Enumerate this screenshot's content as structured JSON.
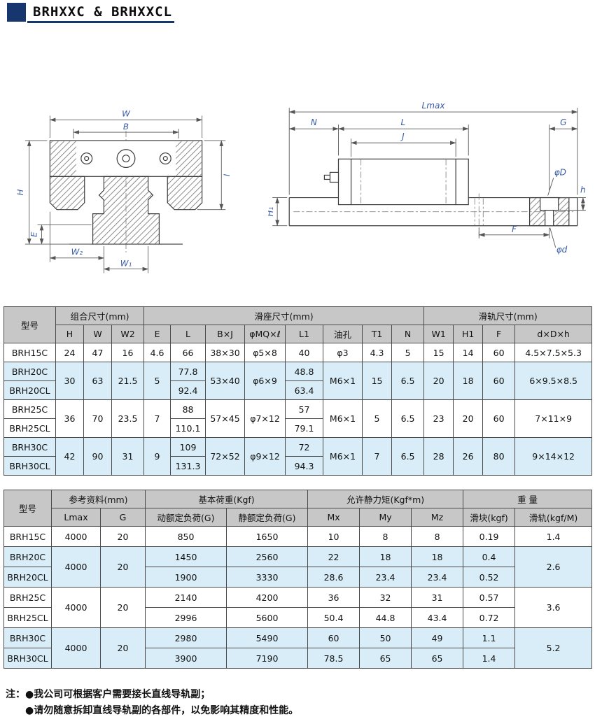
{
  "page": {
    "title": "BRHXXC & BRHXXCL",
    "accent_color": "#17366e"
  },
  "front_view": {
    "labels": {
      "W": "W",
      "B": "B",
      "H": "H",
      "E": "E",
      "I": "I",
      "W2": "W₂",
      "W1": "W₁"
    }
  },
  "side_view": {
    "labels": {
      "Lmax": "Lmax",
      "N": "N",
      "L": "L",
      "J": "J",
      "G": "G",
      "D": "φD",
      "h": "h",
      "H1": "H₁",
      "F": "F",
      "d": "φd"
    }
  },
  "table1": {
    "model_header": "型号",
    "groups": [
      "组合尺寸(mm)",
      "滑座尺寸(mm)",
      "滑轨尺寸(mm)"
    ],
    "subheaders": [
      "H",
      "W",
      "W2",
      "E",
      "L",
      "B×J",
      "φMQ×ℓ",
      "L1",
      "油孔",
      "T1",
      "N",
      "W1",
      "H1",
      "F",
      "d×D×h"
    ],
    "rows": [
      [
        "BRH15C",
        "24",
        "47",
        "16",
        "4.6",
        "66",
        "38×30",
        "φ5×8",
        "40",
        "φ3",
        "4.3",
        "5",
        "15",
        "14",
        "60",
        "4.5×7.5×5.3"
      ],
      [
        "BRH20C",
        "30",
        "63",
        "21.5",
        "5",
        "77.8",
        "53×40",
        "φ6×9",
        "48.8",
        "M6×1",
        "15",
        "6.5",
        "20",
        "18",
        "60",
        "6×9.5×8.5"
      ],
      [
        "BRH20CL",
        "92.4",
        "63.4"
      ],
      [
        "BRH25C",
        "36",
        "70",
        "23.5",
        "7",
        "88",
        "57×45",
        "φ7×12",
        "57",
        "M6×1",
        "5",
        "6.5",
        "23",
        "20",
        "60",
        "7×11×9"
      ],
      [
        "BRH25CL",
        "110.1",
        "79.1"
      ],
      [
        "BRH30C",
        "42",
        "90",
        "31",
        "9",
        "109",
        "72×52",
        "φ9×12",
        "72",
        "M6×1",
        "7",
        "6.5",
        "28",
        "26",
        "80",
        "9×14×12"
      ],
      [
        "BRH30CL",
        "131.3",
        "94.3"
      ]
    ]
  },
  "table2": {
    "model_header": "型号",
    "groups": [
      "参考资料(mm)",
      "基本荷重(Kgf)",
      "允许静力矩(Kgf*m)",
      "重 量"
    ],
    "subheaders": [
      "Lmax",
      "G",
      "动额定负荷(G)",
      "静额定负荷(G)",
      "Mx",
      "My",
      "Mz",
      "滑块(kgf)",
      "滑轨(kgf/M)"
    ],
    "rows": [
      [
        "BRH15C",
        "4000",
        "20",
        "850",
        "1650",
        "10",
        "8",
        "8",
        "0.19",
        "1.4"
      ],
      [
        "BRH20C",
        "4000",
        "20",
        "1450",
        "2560",
        "22",
        "18",
        "18",
        "0.4",
        "2.6"
      ],
      [
        "BRH20CL",
        "1900",
        "3330",
        "28.6",
        "23.4",
        "23.4",
        "0.52"
      ],
      [
        "BRH25C",
        "4000",
        "20",
        "2140",
        "4200",
        "36",
        "32",
        "31",
        "0.57",
        "3.6"
      ],
      [
        "BRH25CL",
        "2996",
        "5600",
        "50.4",
        "44.8",
        "43.4",
        "0.72"
      ],
      [
        "BRH30C",
        "4000",
        "20",
        "2980",
        "5490",
        "60",
        "50",
        "49",
        "1.1",
        "5.2"
      ],
      [
        "BRH30CL",
        "3900",
        "7190",
        "78.5",
        "65",
        "65",
        "1.4"
      ]
    ]
  },
  "notes": {
    "label": "注：",
    "items": [
      "●我公司可根据客户需要接长直线导轨副；",
      "●请勿随意拆卸直线导轨副的各部件，以免影响其精度和性能。"
    ]
  }
}
